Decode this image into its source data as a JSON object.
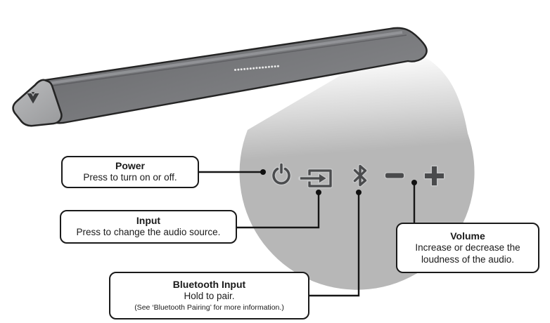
{
  "device": {
    "type": "soundbar",
    "logo_icon": "vizio-v-logo",
    "led_dot_count": 15
  },
  "magnifier": {
    "buttons": [
      {
        "name": "power",
        "icon": "power-icon"
      },
      {
        "name": "input",
        "icon": "input-icon"
      },
      {
        "name": "bluetooth",
        "icon": "bluetooth-icon"
      },
      {
        "name": "volume-down",
        "icon": "minus-icon"
      },
      {
        "name": "volume-up",
        "icon": "plus-icon"
      }
    ]
  },
  "callouts": {
    "power": {
      "title": "Power",
      "body": "Press to turn on or off."
    },
    "input": {
      "title": "Input",
      "body": "Press to change the audio source."
    },
    "bluetooth": {
      "title": "Bluetooth Input",
      "body": "Hold to pair.",
      "note": "(See ‘Bluetooth Pairing’ for more information.)"
    },
    "volume": {
      "title": "Volume",
      "body": "Increase or decrease the loudness of the audio."
    }
  },
  "colors": {
    "background": "#ffffff",
    "soundbar_body": "#747578",
    "soundbar_endcap": "#a9aaac",
    "magnifier_gray": "#b7b7b7",
    "icon_gray": "#4a4b4d",
    "icon_halo": "#c6c7c8",
    "line_black": "#161616",
    "box_border": "#1a1a1a",
    "led_dot": "#e8e8e8"
  }
}
